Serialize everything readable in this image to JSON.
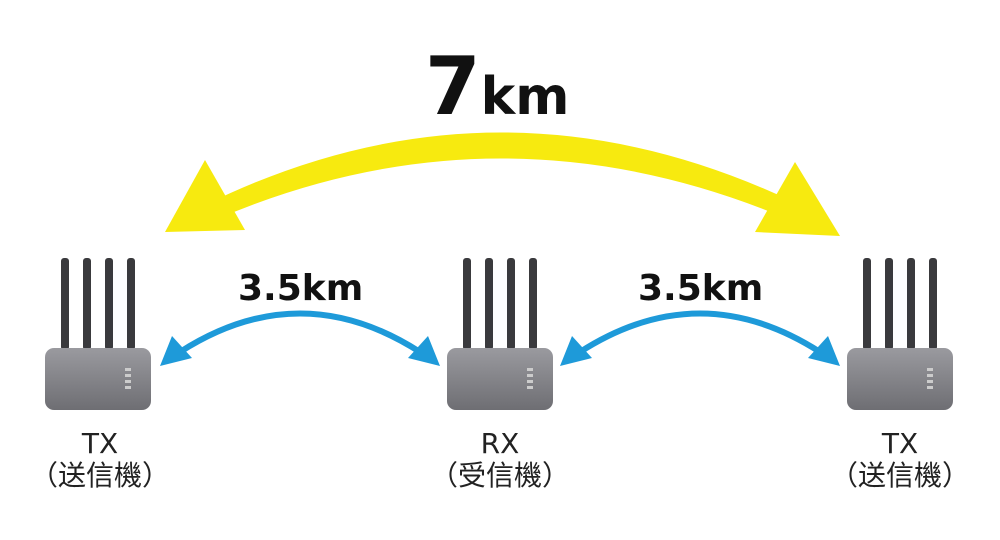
{
  "title_distance": {
    "num": "7",
    "unit": "km"
  },
  "link_left": "3.5km",
  "link_right": "3.5km",
  "devices": [
    {
      "name": "TX",
      "sub": "（送信機）"
    },
    {
      "name": "RX",
      "sub": "（受信機）"
    },
    {
      "name": "TX",
      "sub": "（送信機）"
    }
  ],
  "colors": {
    "long_arrow": "#f7ea0f",
    "short_arrow": "#1e9ad9",
    "device": "#7b7b80"
  }
}
